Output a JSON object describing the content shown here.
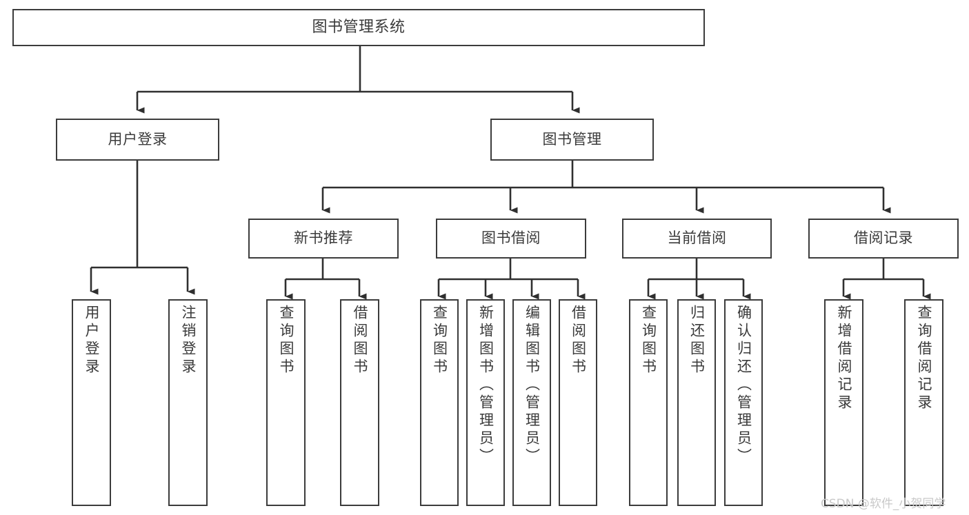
{
  "diagram": {
    "title": "图书管理系统",
    "type": "hierarchy-tree",
    "watermark": "CSDN @软件_小贺同学",
    "colors": {
      "box_border": "#3b3b3b",
      "connector": "#2f2f2f",
      "text": "#3a3a3a",
      "background": "#ffffff",
      "watermark": "#c9c9c9"
    },
    "root": {
      "label": "图书管理系统"
    },
    "level1": [
      {
        "label": "用户登录"
      },
      {
        "label": "图书管理"
      }
    ],
    "level2": [
      {
        "label": "新书推荐"
      },
      {
        "label": "图书借阅"
      },
      {
        "label": "当前借阅"
      },
      {
        "label": "借阅记录"
      }
    ],
    "leaves_user_login": [
      {
        "label": "用户登录"
      },
      {
        "label": "注销登录"
      }
    ],
    "leaves_new_book": [
      {
        "label": "查询图书"
      },
      {
        "label": "借阅图书"
      }
    ],
    "leaves_borrow": [
      {
        "label": "查询图书"
      },
      {
        "label": "新增图书（管理员）"
      },
      {
        "label": "编辑图书（管理员）"
      },
      {
        "label": "借阅图书"
      }
    ],
    "leaves_current": [
      {
        "label": "查询图书"
      },
      {
        "label": "归还图书"
      },
      {
        "label": "确认归还（管理员）"
      }
    ],
    "leaves_records": [
      {
        "label": "新增借阅记录"
      },
      {
        "label": "查询借阅记录"
      }
    ]
  }
}
